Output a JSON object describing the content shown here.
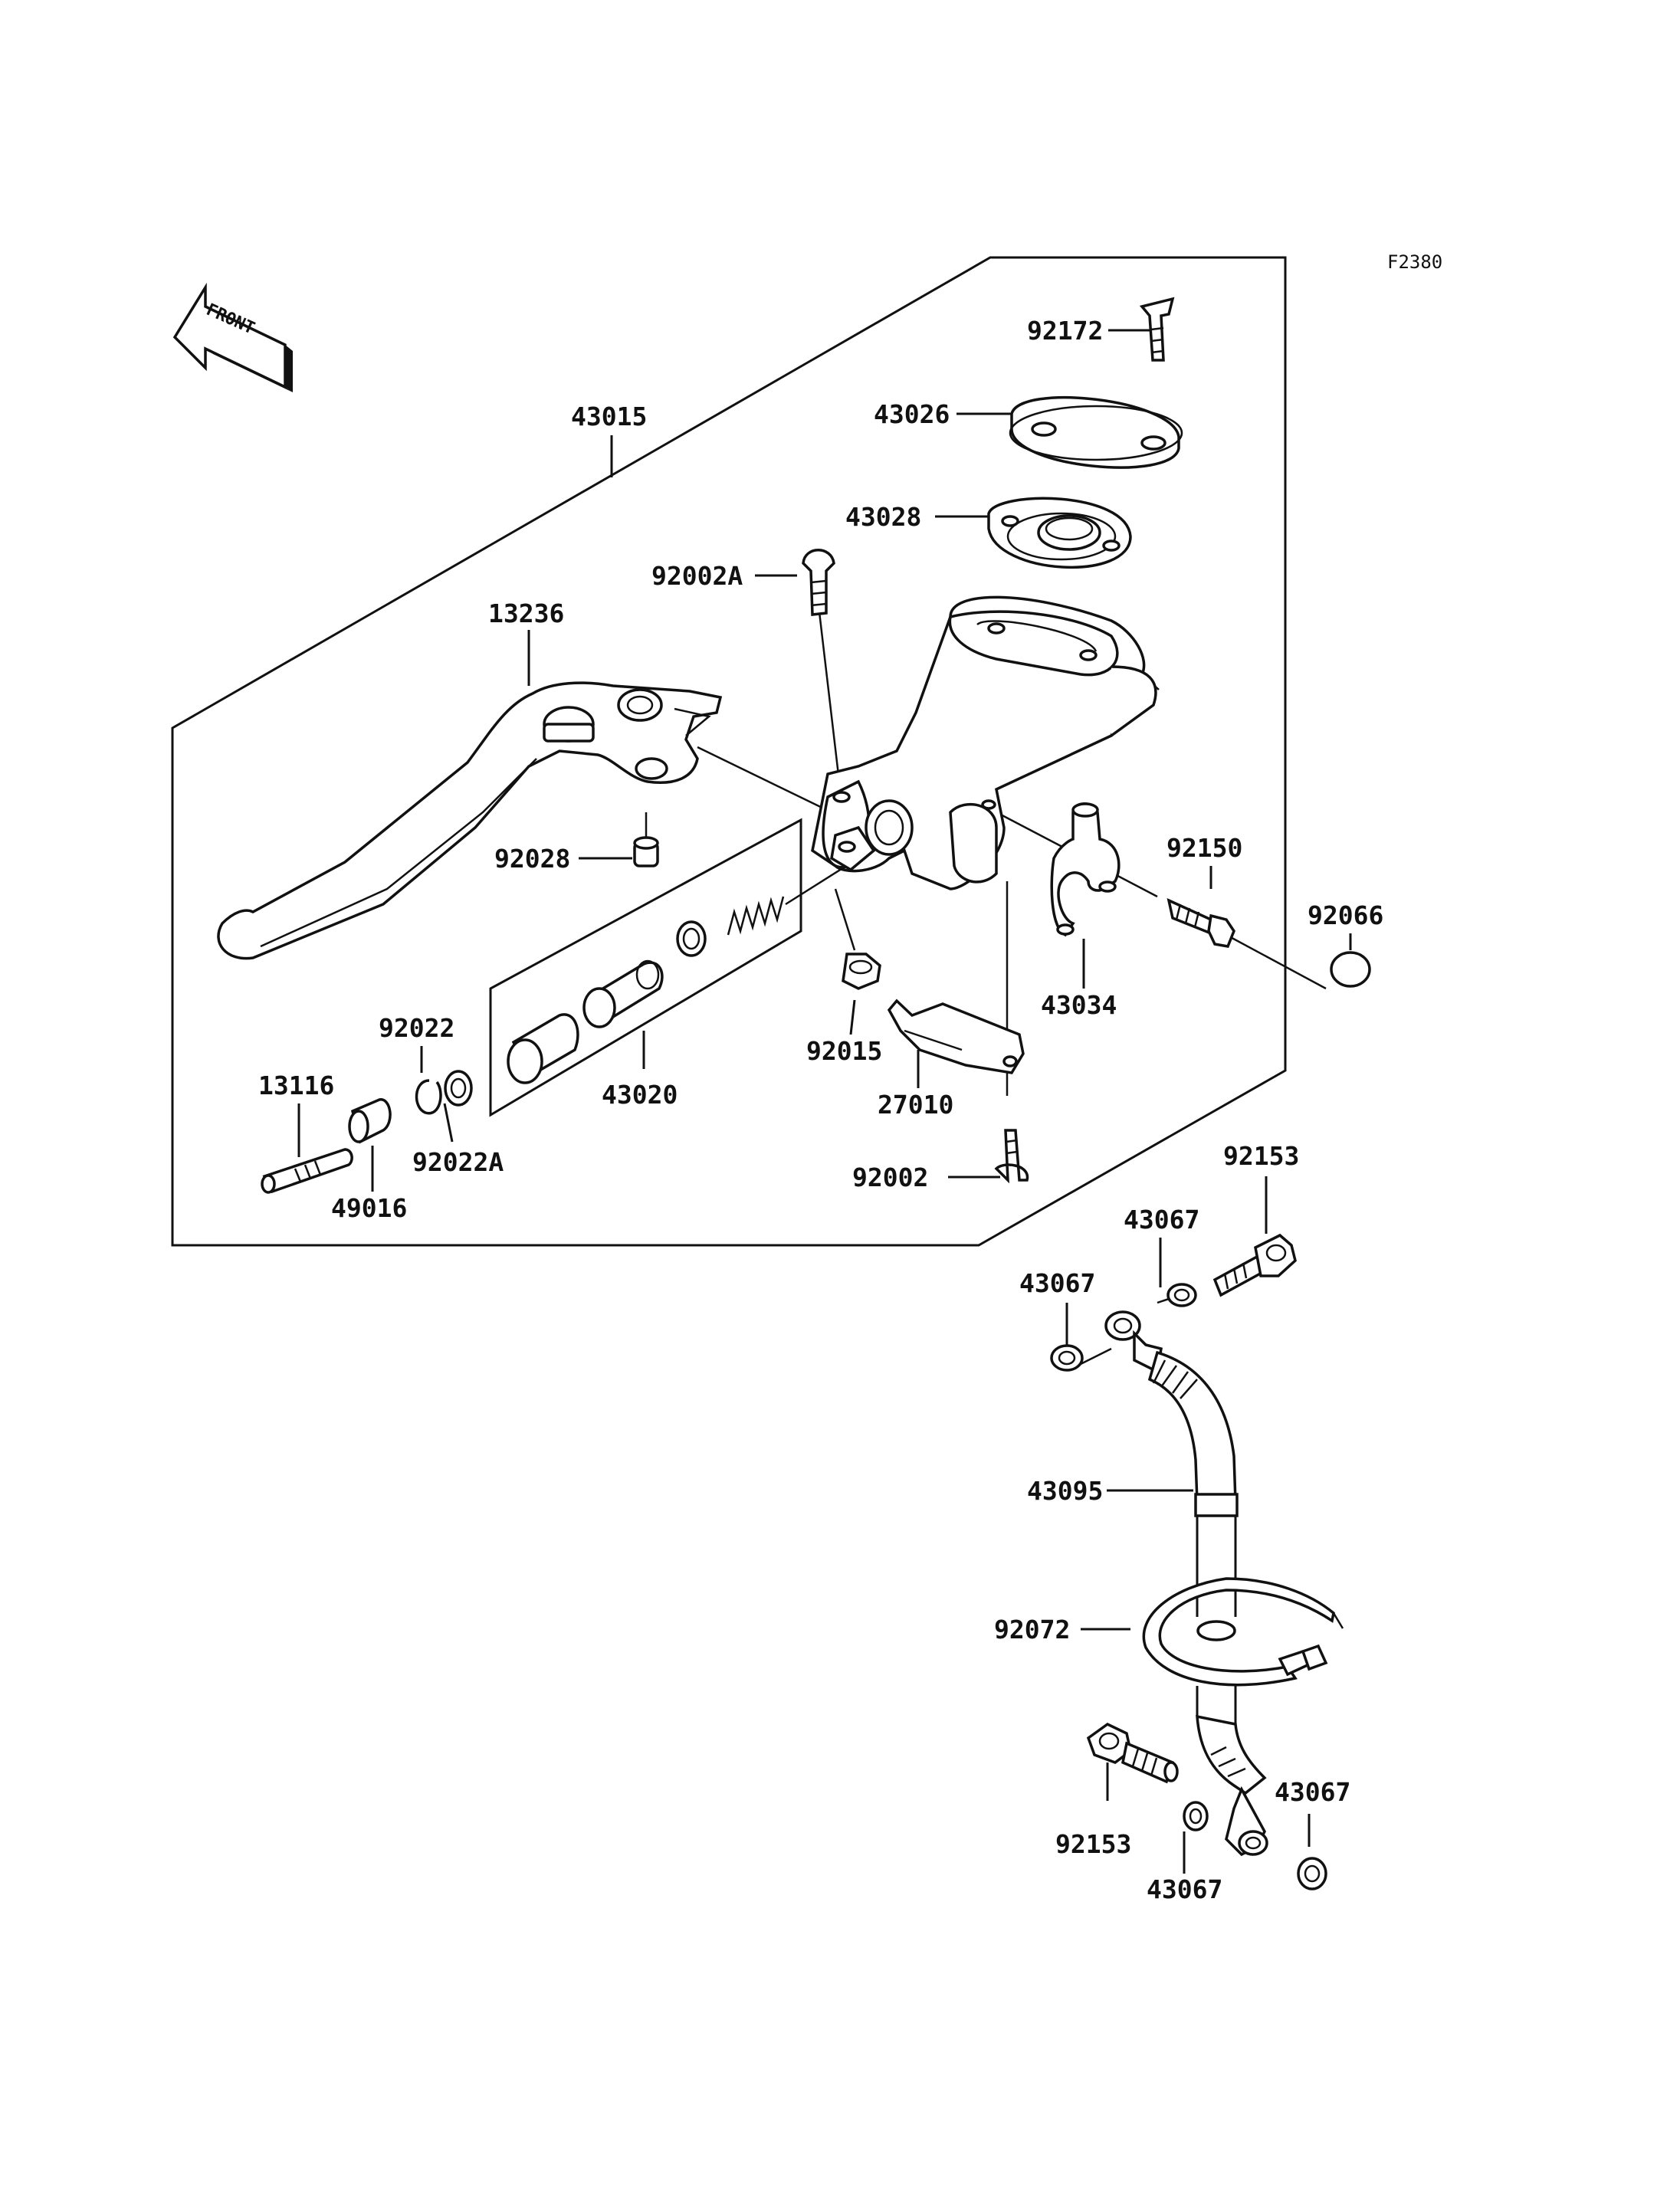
{
  "diagram": {
    "figure_code": "F2380",
    "front_label": "FRONT",
    "labels": {
      "p43015": "43015",
      "p92172": "92172",
      "p43026": "43026",
      "p43028": "43028",
      "p92002A": "92002A",
      "p13236": "13236",
      "p92028": "92028",
      "p92150": "92150",
      "p92066": "92066",
      "p43034": "43034",
      "p92022": "92022",
      "p13116": "13116",
      "p92022A": "92022A",
      "p43020": "43020",
      "p49016": "49016",
      "p92015": "92015",
      "p27010": "27010",
      "p92002": "92002",
      "p92153a": "92153",
      "p43067a": "43067",
      "p43067b": "43067",
      "p43095": "43095",
      "p92072": "92072",
      "p92153b": "92153",
      "p43067c": "43067",
      "p43067d": "43067"
    }
  }
}
